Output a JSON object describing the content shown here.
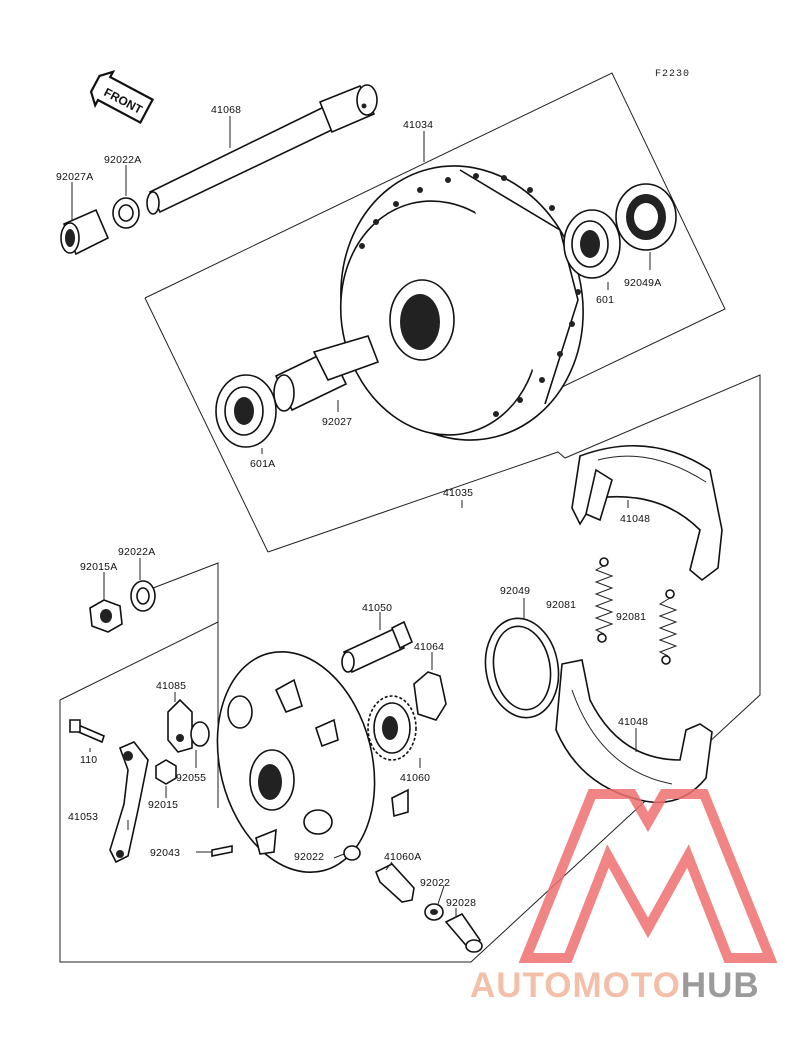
{
  "diagram_code": "F2230",
  "front_label": "FRONT",
  "parts": {
    "p41068": "41068",
    "p41034": "41034",
    "p92022A_top": "92022A",
    "p92027A": "92027A",
    "p601": "601",
    "p92049A": "92049A",
    "p92027": "92027",
    "p601A": "601A",
    "p41035": "41035",
    "p41048_top": "41048",
    "p92022A_mid": "92022A",
    "p92015A": "92015A",
    "p92049": "92049",
    "p92081_a": "92081",
    "p92081_b": "92081",
    "p41050": "41050",
    "p41064": "41064",
    "p41085": "41085",
    "p110": "110",
    "p92055": "92055",
    "p92015": "92015",
    "p41060": "41060",
    "p41048_bot": "41048",
    "p41053": "41053",
    "p92043": "92043",
    "p92022_a": "92022",
    "p41060A": "41060A",
    "p92022_b": "92022",
    "p92028": "92028"
  },
  "watermark": {
    "text_a": "AUTOMOTO",
    "text_b": "HUB",
    "color_a": "#f2b49a",
    "color_b": "#8a8a8a",
    "mark_color": "#ef6f6f"
  }
}
